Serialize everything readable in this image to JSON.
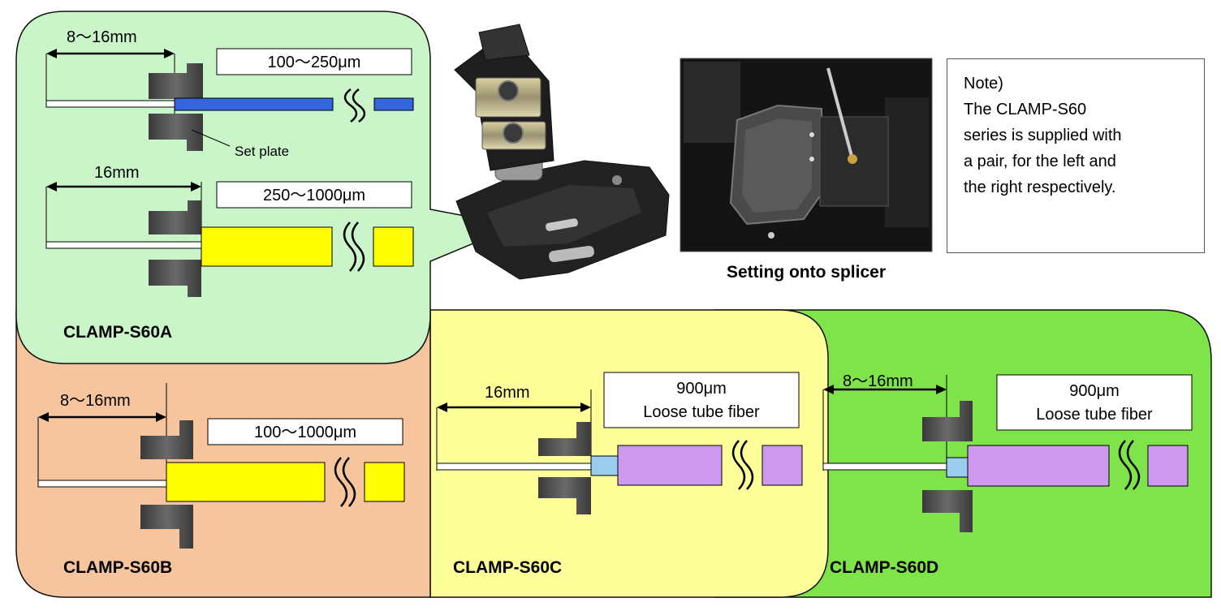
{
  "panels": {
    "a": {
      "label": "CLAMP-S60A",
      "row1": {
        "dimension": "8～16mm",
        "coating": "100～250μm",
        "set_plate": "Set plate"
      },
      "row2": {
        "dimension": "16mm",
        "coating": "250～1000μm"
      }
    },
    "b": {
      "label": "CLAMP-S60B",
      "dimension": "8～16mm",
      "coating": "100～1000μm"
    },
    "c": {
      "label": "CLAMP-S60C",
      "dimension": "16mm",
      "coating_line1": "900μm",
      "coating_line2": "Loose tube fiber"
    },
    "d": {
      "label": "CLAMP-S60D",
      "dimension": "8～16mm",
      "coating_line1": "900μm",
      "coating_line2": "Loose tube fiber"
    }
  },
  "photo_caption": "Setting onto splicer",
  "note": {
    "lines": [
      "Note)",
      "The CLAMP-S60",
      "series is supplied with",
      "a pair, for the left and",
      "the right respectively."
    ]
  },
  "colors": {
    "panel_a": "#c9f5c9",
    "panel_b": "#f7c59d",
    "panel_c": "#ffff99",
    "panel_d": "#7fe34a",
    "fiber_blue": "#3366dd",
    "fiber_yellow": "#ffff00",
    "fiber_violet": "#cc99ee",
    "tube_blue": "#99ccee"
  }
}
